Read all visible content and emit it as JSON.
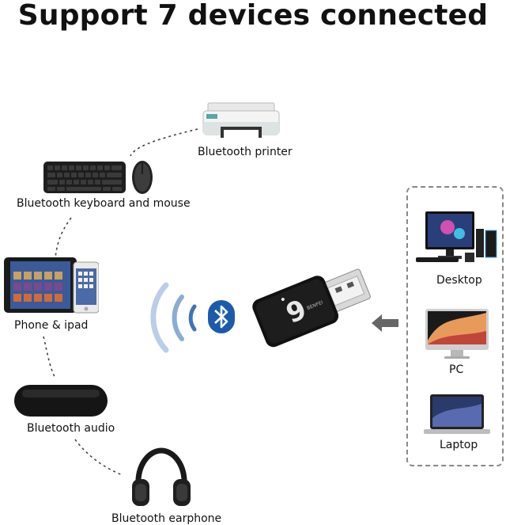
{
  "title": "Support 7 devices connected",
  "left_devices": [
    {
      "label": "Bluetooth printer",
      "icon": "printer-icon"
    },
    {
      "label": "Bluetooth keyboard and mouse",
      "icon": "keyboard-mouse-icon"
    },
    {
      "label": "Phone & ipad",
      "icon": "phone-tablet-icon"
    },
    {
      "label": "Bluetooth audio",
      "icon": "speaker-icon"
    },
    {
      "label": "Bluetooth earphone",
      "icon": "headphones-icon"
    }
  ],
  "right_devices": [
    {
      "label": "Desktop",
      "icon": "desktop-icon"
    },
    {
      "label": "PC",
      "icon": "imac-icon"
    },
    {
      "label": "Laptop",
      "icon": "laptop-icon"
    }
  ],
  "adapter": {
    "brand_mark": "9",
    "brand_text": "BENFEI"
  },
  "colors": {
    "signal": "#3d74b8",
    "bluetooth": "#1c5bab",
    "adapter": "#111111",
    "arrow": "#666666"
  }
}
